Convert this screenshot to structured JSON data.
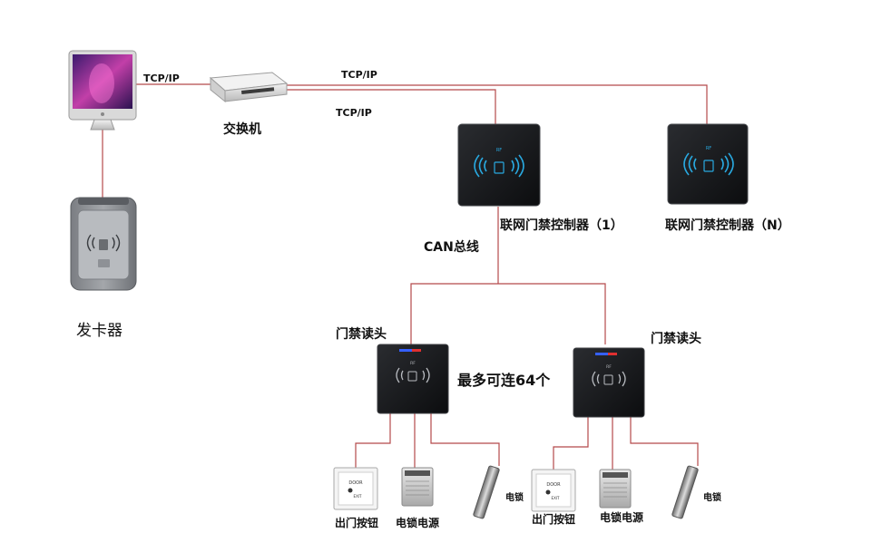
{
  "labels": {
    "tcp_computer": "TCP/IP",
    "tcp_top": "TCP/IP",
    "tcp_mid": "TCP/IP",
    "switch": "交换机",
    "card_issuer": "发卡器",
    "controller_1": "联网门禁控制器（1）",
    "controller_n": "联网门禁控制器（N）",
    "can_bus": "CAN总线",
    "reader_left": "门禁读头",
    "reader_right": "门禁读头",
    "max_connect": "最多可连64个",
    "exit_button_left": "出门按钮",
    "lock_power_left": "电锁电源",
    "lock_left": "电锁",
    "exit_button_right": "出门按钮",
    "lock_power_right": "电锁电源",
    "lock_right": "电锁"
  },
  "device_text": {
    "rf": "RF",
    "door": "DOOR",
    "exit": "EXIT"
  },
  "colors": {
    "wire": "#b5494b",
    "device_dark": "#151618",
    "rf_blue": "#29a9e0"
  }
}
